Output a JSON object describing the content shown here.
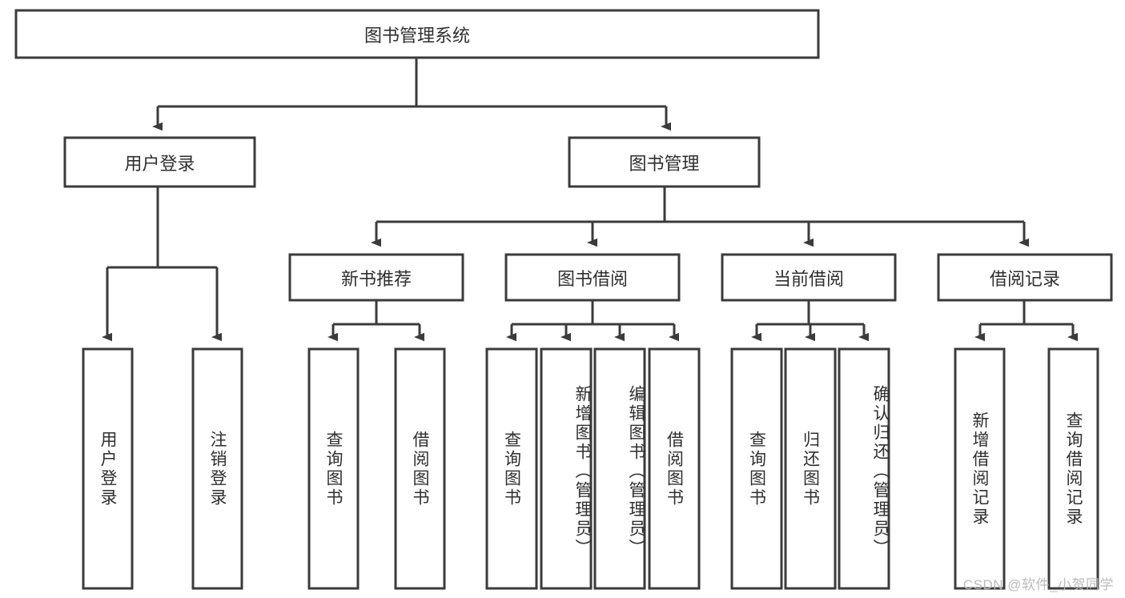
{
  "diagram": {
    "type": "tree-hierarchy-chart",
    "title": "图书管理系统",
    "watermark": "CSDN @软件_小贺同学",
    "colors": {
      "stroke": "#3b3b3b",
      "box_fill": "#ffffff",
      "text": "#2f2f2f",
      "background": "#ffffff",
      "watermark": "#b9b9b9"
    },
    "root": {
      "id": "root",
      "label": "图书管理系统",
      "orientation": "horizontal"
    },
    "level1": [
      {
        "id": "user-login",
        "label": "用户登录",
        "orientation": "horizontal"
      },
      {
        "id": "book-manage",
        "label": "图书管理",
        "orientation": "horizontal"
      }
    ],
    "level2": [
      {
        "id": "new-book-recommend",
        "label": "新书推荐",
        "parent": "book-manage",
        "orientation": "horizontal"
      },
      {
        "id": "book-borrow",
        "label": "图书借阅",
        "parent": "book-manage",
        "orientation": "horizontal"
      },
      {
        "id": "current-borrow",
        "label": "当前借阅",
        "parent": "book-manage",
        "orientation": "horizontal"
      },
      {
        "id": "borrow-record",
        "label": "借阅记录",
        "parent": "book-manage",
        "orientation": "horizontal"
      }
    ],
    "leaves": [
      {
        "id": "leaf-user-login",
        "label": "用户登录",
        "parent": "user-login",
        "orientation": "vertical"
      },
      {
        "id": "leaf-logout-login",
        "label": "注销登录",
        "parent": "user-login",
        "orientation": "vertical"
      },
      {
        "id": "leaf-query-book-new",
        "label": "查询图书",
        "parent": "new-book-recommend",
        "orientation": "vertical"
      },
      {
        "id": "leaf-borrow-book-new",
        "label": "借阅图书",
        "parent": "new-book-recommend",
        "orientation": "vertical"
      },
      {
        "id": "leaf-query-book-borrow",
        "label": "查询图书",
        "parent": "book-borrow",
        "orientation": "vertical"
      },
      {
        "id": "leaf-add-book-admin",
        "label": "新增图书（管理员）",
        "parent": "book-borrow",
        "orientation": "vertical"
      },
      {
        "id": "leaf-edit-book-admin",
        "label": "编辑图书（管理员）",
        "parent": "book-borrow",
        "orientation": "vertical"
      },
      {
        "id": "leaf-borrow-book",
        "label": "借阅图书",
        "parent": "book-borrow",
        "orientation": "vertical"
      },
      {
        "id": "leaf-query-book-current",
        "label": "查询图书",
        "parent": "current-borrow",
        "orientation": "vertical"
      },
      {
        "id": "leaf-return-book",
        "label": "归还图书",
        "parent": "current-borrow",
        "orientation": "vertical"
      },
      {
        "id": "leaf-confirm-return-admin",
        "label": "确认归还（管理员）",
        "parent": "current-borrow",
        "orientation": "vertical"
      },
      {
        "id": "leaf-add-borrow-record",
        "label": "新增借阅记录",
        "parent": "borrow-record",
        "orientation": "vertical"
      },
      {
        "id": "leaf-query-borrow-record",
        "label": "查询借阅记录",
        "parent": "borrow-record",
        "orientation": "vertical"
      }
    ]
  }
}
